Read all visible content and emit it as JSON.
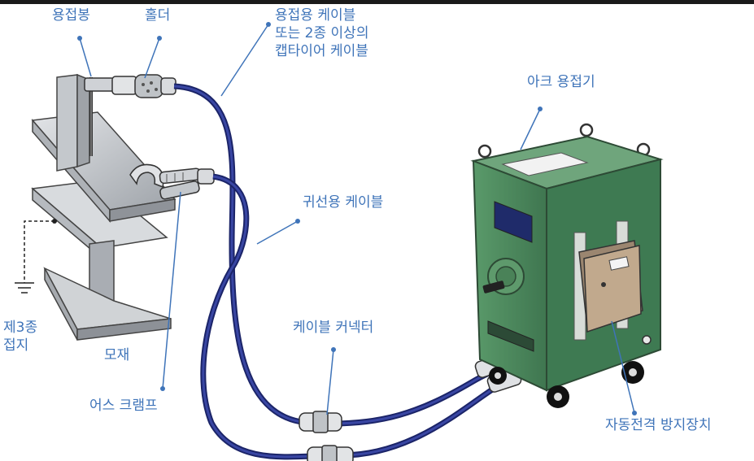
{
  "labels": {
    "electrode": "용접봉",
    "holder": "홀더",
    "welding_cable": "용접용 케이블\n또는 2종 이상의\n캡타이어 케이블",
    "arc_welder": "아크 용접기",
    "return_cable": "귀선용 케이블",
    "cable_connector": "케이블 커넥터",
    "ground": "제3종\n접지",
    "base_metal": "모재",
    "earth_clamp": "어스 크램프",
    "voltage_device": "자동전격 방지장치"
  },
  "colors": {
    "label": "#3f74b9",
    "cable": "#26307e",
    "machine": "#4e8a5e",
    "steel": "#c9ccd0",
    "device": "#b09a80"
  }
}
